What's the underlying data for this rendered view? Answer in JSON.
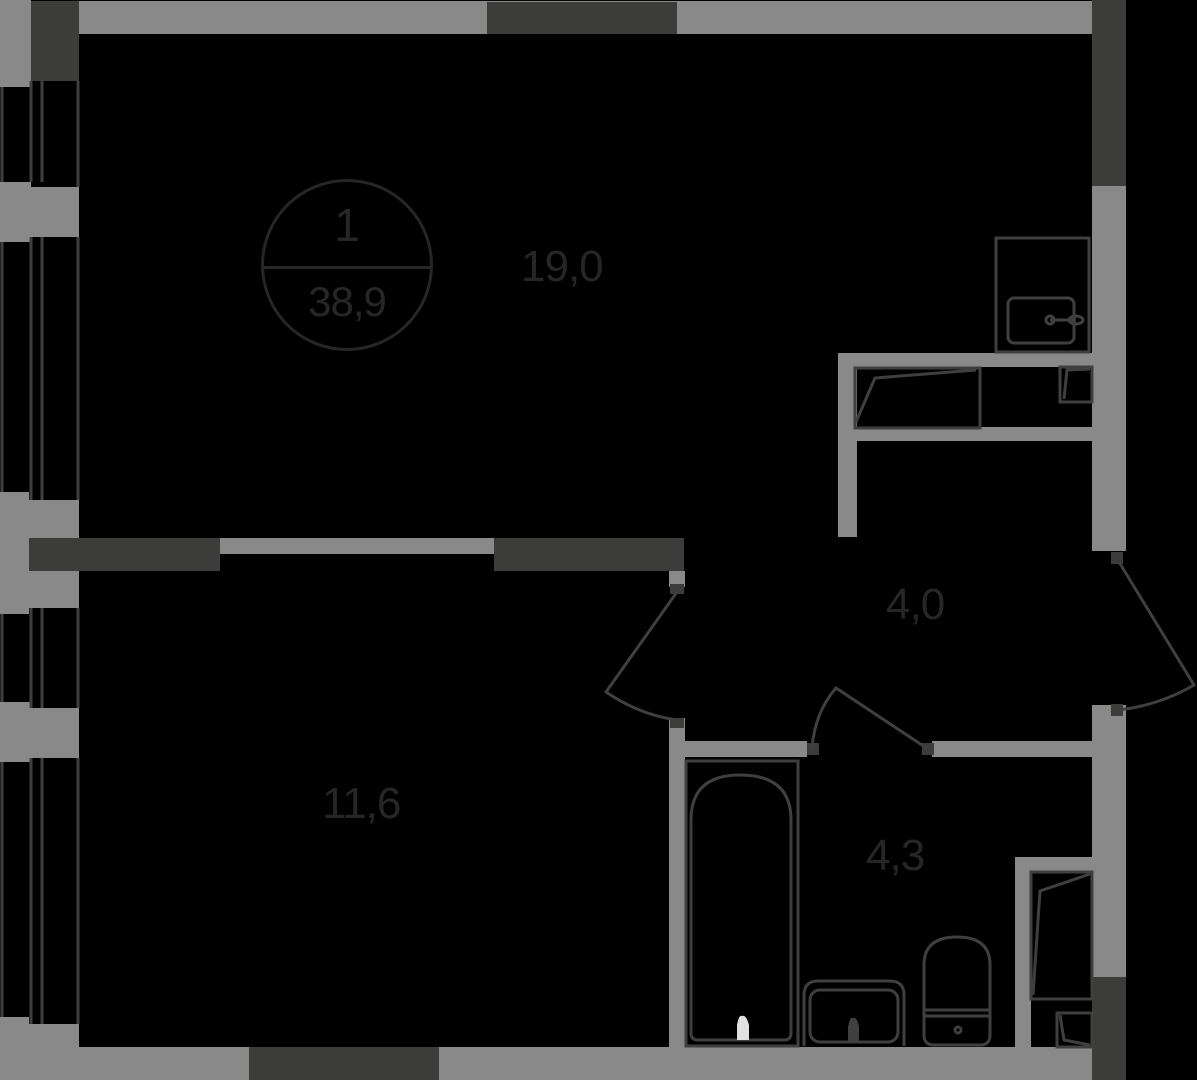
{
  "apartment": {
    "rooms_count": "1",
    "total_area": "38,9"
  },
  "rooms": [
    {
      "id": "living-room",
      "area": "19,0"
    },
    {
      "id": "bedroom",
      "area": "11,6"
    },
    {
      "id": "hallway",
      "area": "4,0"
    },
    {
      "id": "bathroom",
      "area": "4,3"
    }
  ],
  "colors": {
    "background": "#000000",
    "wall": "#898989",
    "window": "#3c3c3a",
    "fixture_line": "#3f3f3f",
    "text": "#262626"
  }
}
